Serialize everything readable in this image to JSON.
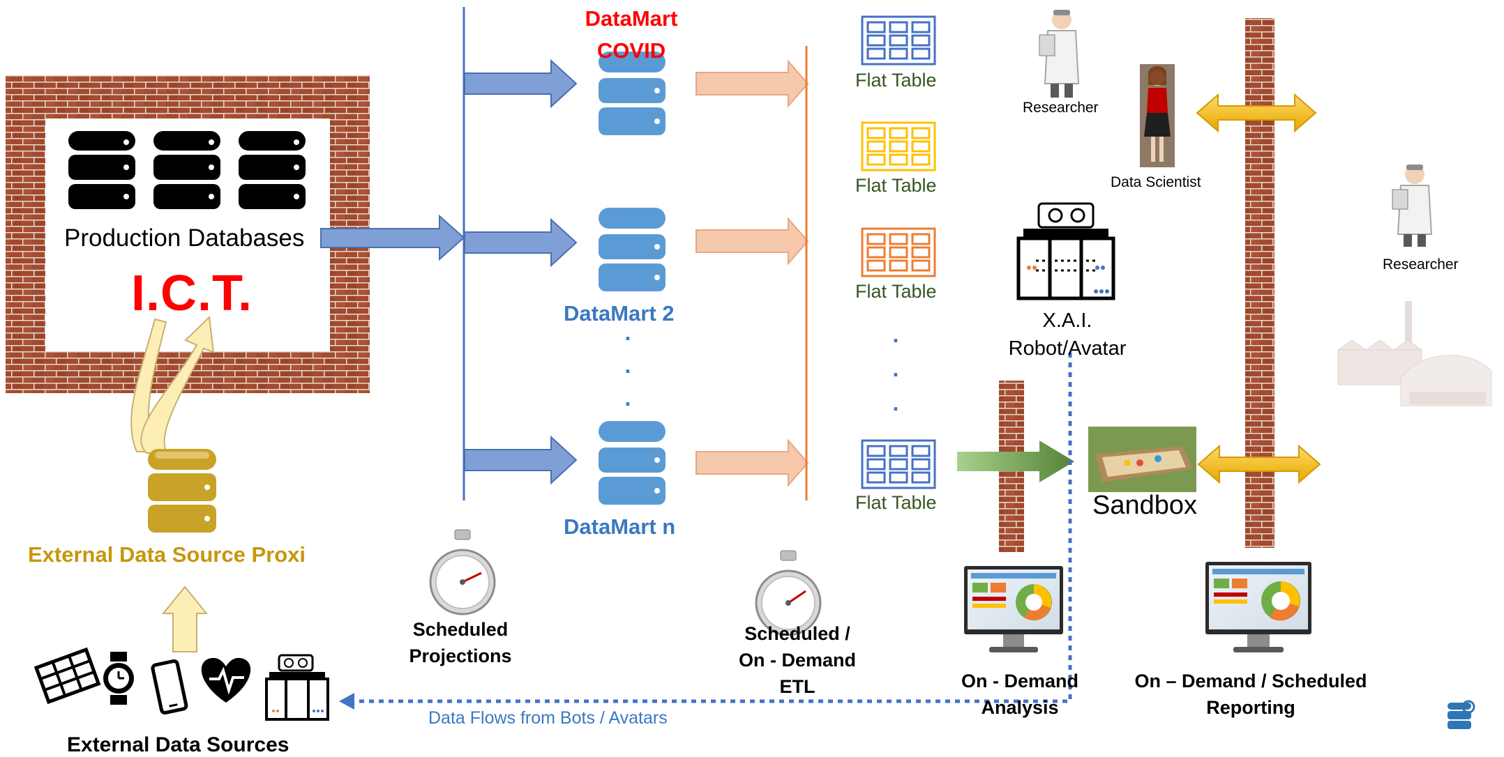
{
  "labels": {
    "production_databases": "Production Databases",
    "ict": "I.C.T.",
    "external_proxi": "External Data Source Proxi",
    "external_sources": "External Data Sources",
    "datamart_covid": "DataMart\nCOVID",
    "datamart_2": "DataMart 2",
    "datamart_n": "DataMart n",
    "datamart_dots": ".\n.\n.",
    "flat_table": "Flat Table",
    "flat_dots": ".\n.\n.",
    "scheduled_projections": "Scheduled\nProjections",
    "scheduled_etl": "Scheduled /\nOn - Demand\nETL",
    "on_demand_analysis": "On - Demand\nAnalysis",
    "on_demand_reporting": "On – Demand / Scheduled\nReporting",
    "researcher": "Researcher",
    "data_scientist": "Data Scientist",
    "xai_robot": "X.A.I.\nRobot/Avatar",
    "sandbox": "Sandbox",
    "data_flows": "Data Flows from Bots / Avatars"
  },
  "colors": {
    "brick": "#a34a2f",
    "db_black": "#000000",
    "db_blue": "#5b9bd5",
    "db_gold": "#c9a227",
    "arrow_blue": "#7f9fd6",
    "arrow_peach": "#f6c9ad",
    "arrow_green": "#70ad47",
    "arrow_yellow": "#ffc000",
    "flow_dotted": "#4472c4",
    "table_blue": "#4472c4",
    "table_yellow": "#ffc000",
    "table_orange": "#ed7d31"
  }
}
